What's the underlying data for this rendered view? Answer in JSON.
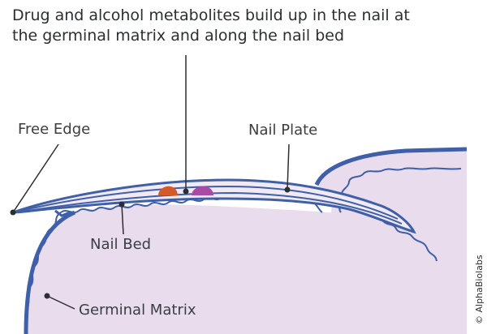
{
  "title": {
    "line1": "Drug and alcohol metabolites build up in the nail at",
    "line2": "the germinal matrix and along the nail bed"
  },
  "labels": {
    "free_edge": "Free Edge",
    "nail_plate": "Nail Plate",
    "nail_bed": "Nail Bed",
    "germinal_matrix": "Germinal Matrix"
  },
  "credit": "© AlphaBiolabs",
  "colors": {
    "tissue_fill": "#e8dced",
    "outline_blue": "#3f5fa8",
    "plate_fill": "#f1eaf5",
    "metabolite_orange": "#d45a2a",
    "metabolite_purple": "#a84aa6",
    "text": "#2b2f33"
  }
}
